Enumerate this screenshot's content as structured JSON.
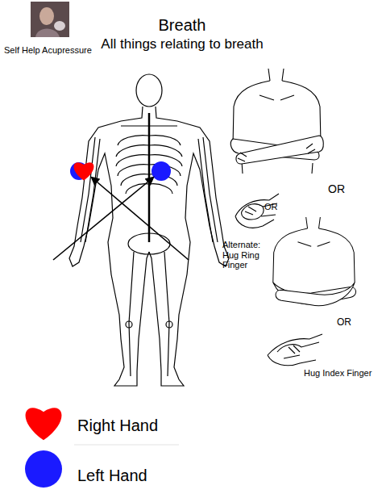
{
  "diagram": {
    "title": "Breath",
    "labels": [
      "All things relating to breath",
      "Self Help Acupressure",
      "OR",
      "OR",
      "Alternate: Hug Ring Finger",
      "OR",
      "Hug Index Finger"
    ],
    "legend": [
      {
        "text": "Right Hand",
        "color": "#ff0000"
      },
      {
        "text": "Left Hand",
        "color": "#1a1aff"
      }
    ]
  }
}
